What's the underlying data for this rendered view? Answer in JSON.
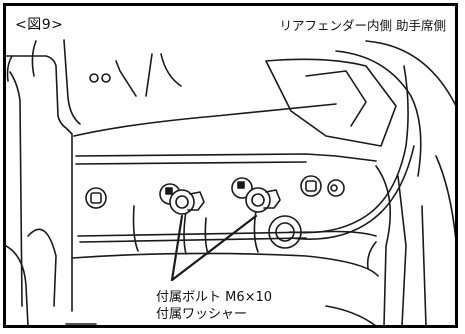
{
  "figure": {
    "number_label": "<図9>",
    "caption": "リアフェンダー内側 助手席側"
  },
  "callout": {
    "line1": "付属ボルト M6×10",
    "line2": "付属ワッシャー"
  },
  "colors": {
    "line": "#1a1a1a",
    "paper": "#ffffff",
    "fill_light": "#f1f1f1"
  }
}
